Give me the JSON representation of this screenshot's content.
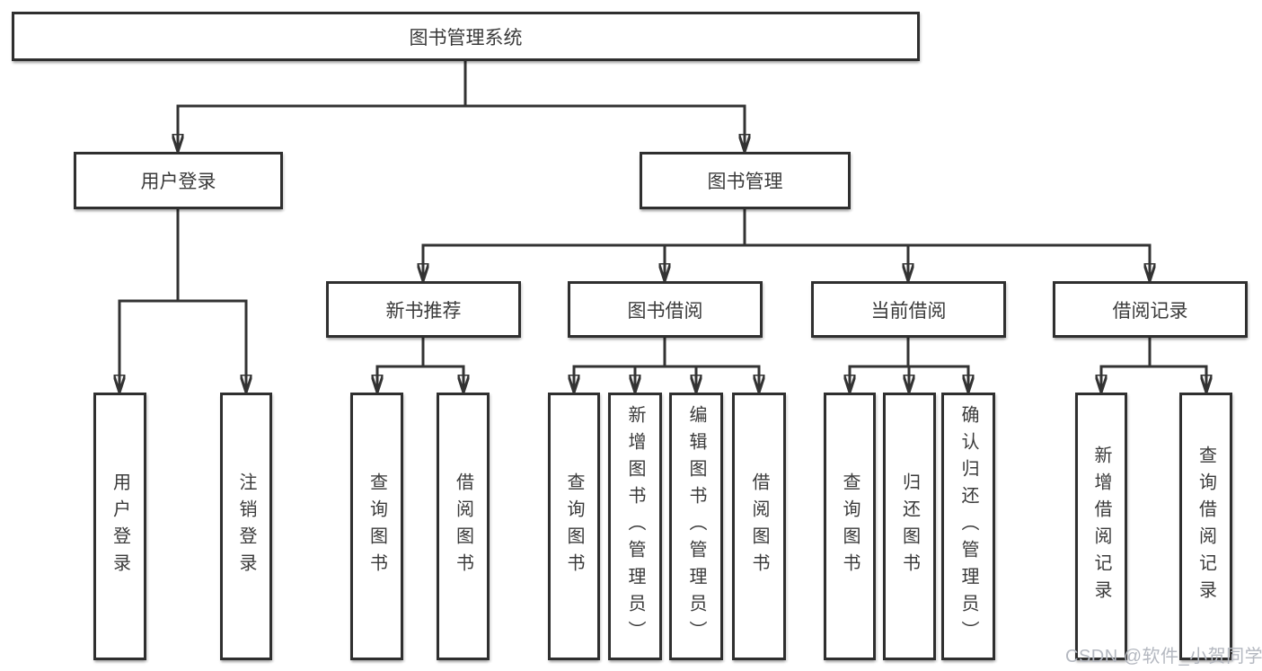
{
  "tree": {
    "root": {
      "label": "图书管理系统"
    },
    "login": {
      "label": "用户登录",
      "children": [
        {
          "label": "用户登录"
        },
        {
          "label": "注销登录"
        }
      ]
    },
    "mgmt": {
      "label": "图书管理",
      "groups": [
        {
          "label": "新书推荐",
          "children": [
            {
              "label": "查询图书"
            },
            {
              "label": "借阅图书"
            }
          ]
        },
        {
          "label": "图书借阅",
          "children": [
            {
              "label": "查询图书"
            },
            {
              "label": "新增图书（管理员）"
            },
            {
              "label": "编辑图书（管理员）"
            },
            {
              "label": "借阅图书"
            }
          ]
        },
        {
          "label": "当前借阅",
          "children": [
            {
              "label": "查询图书"
            },
            {
              "label": "归还图书"
            },
            {
              "label": "确认归还（管理员）"
            }
          ]
        },
        {
          "label": "借阅记录",
          "children": [
            {
              "label": "新增借阅记录"
            },
            {
              "label": "查询借阅记录"
            }
          ]
        }
      ]
    }
  },
  "watermark": {
    "text": "CSDN @软件_小贺同学",
    "color": "#b4b8c0"
  },
  "colors": {
    "line": "#333333",
    "border": "#2f2f2f",
    "text": "#3a3a3a",
    "background": "#ffffff"
  }
}
